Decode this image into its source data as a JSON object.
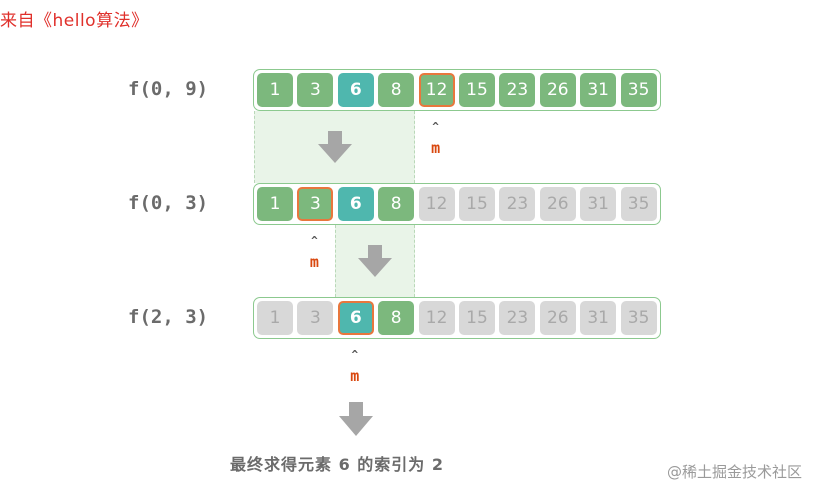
{
  "source": "来自《hello算法》",
  "array": [
    1,
    3,
    6,
    8,
    12,
    15,
    23,
    26,
    31,
    35
  ],
  "colors": {
    "in_range": "#7cb87d",
    "out_of_range": "#d8d8d8",
    "target": "#4fb7ae",
    "midpoint_border": "#e8773d",
    "pointer_label": "#d9480f"
  },
  "steps": [
    {
      "call": "f(0, 9)",
      "range": [
        0,
        9
      ],
      "mid_index": 4,
      "pointer_label": "m",
      "pointer_caret": "^"
    },
    {
      "call": "f(0, 3)",
      "range": [
        0,
        3
      ],
      "mid_index": 1,
      "pointer_label": "m",
      "pointer_caret": "^"
    },
    {
      "call": "f(2, 3)",
      "range": [
        2,
        3
      ],
      "mid_index": 2,
      "pointer_label": "m",
      "pointer_caret": "^"
    }
  ],
  "target_index": 2,
  "result_text": "最终求得元素 6 的索引为 2",
  "watermark": "@稀土掘金技术社区"
}
